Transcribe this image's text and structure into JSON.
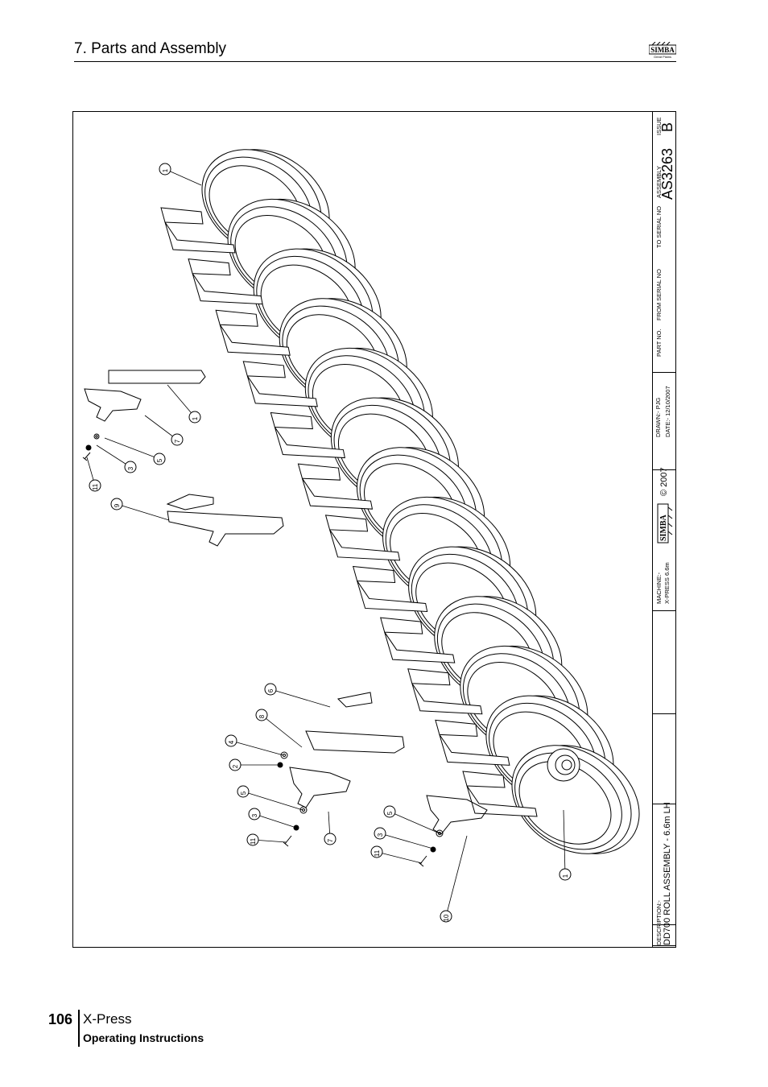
{
  "header": {
    "section_title": "7. Parts and Assembly",
    "logo_text": "SIMBA",
    "logo_subtext": "Great Plains"
  },
  "title_block": {
    "description_label": "DESCRIPTION:-",
    "description": "DD700 ROLL ASSEMBLY - 6.6m LH",
    "machine_label": "MACHINE:-",
    "machine": "X-PRESS 6.6m",
    "logo_text": "SIMBA",
    "copyright": "© 2007",
    "drawn": "DRAWN:- PJG",
    "date": "DATE:- 12/10/2007",
    "part_no_label": "PART NO.",
    "from_serial_label": "FROM SERIAL NO",
    "to_serial_label": "TO SERIAL NO",
    "assembly_label": "ASSEMBLY",
    "assembly": "AS3263",
    "issue_label": "ISSUE",
    "issue": "B"
  },
  "callouts": [
    "1",
    "1",
    "7",
    "5",
    "3",
    "11",
    "9",
    "6",
    "8",
    "4",
    "2",
    "5",
    "3",
    "11",
    "7",
    "5",
    "3",
    "11",
    "10",
    "1"
  ],
  "footer": {
    "page_number": "106",
    "product": "X-Press",
    "subtitle": "Operating Instructions"
  }
}
